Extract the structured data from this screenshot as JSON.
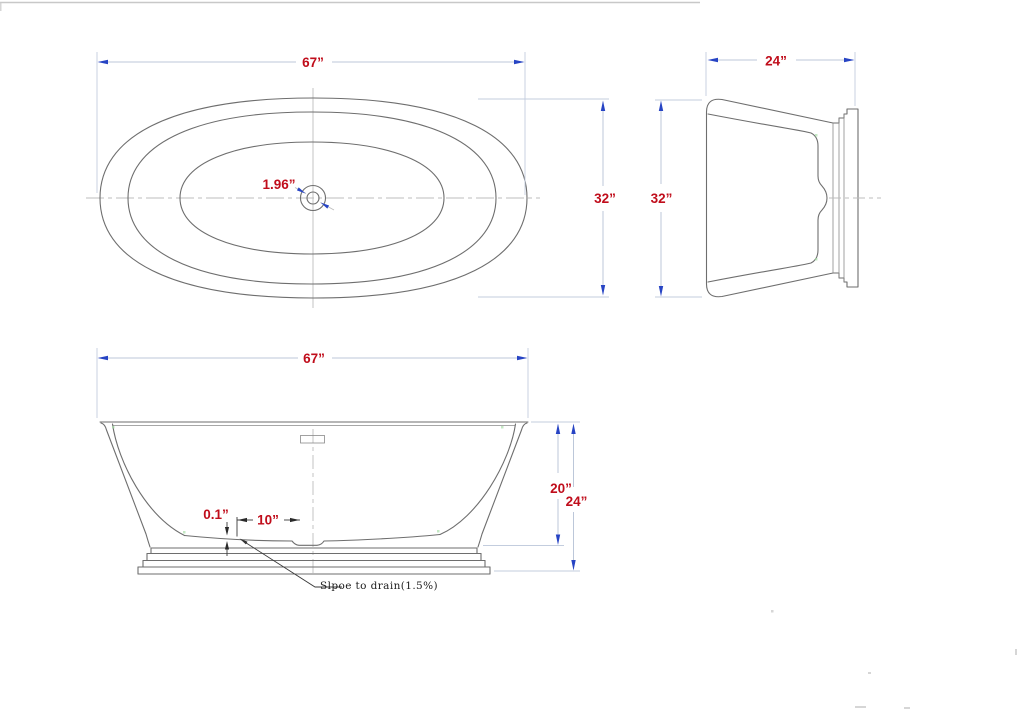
{
  "drawing": {
    "colors": {
      "dimension_text": "#c00d1b",
      "arrowhead_blue": "#2744c4",
      "dimension_line": "#bcc7d9",
      "outline": "#6e6e6e",
      "centerline": "#bdbdbd",
      "dark_dimension": "#2a2a2a"
    },
    "top_view": {
      "length": "67”",
      "width": "32”",
      "drain_diameter": "1.96”"
    },
    "end_view": {
      "depth": "24”",
      "height": "32”"
    },
    "front_view": {
      "length": "67”",
      "inner_depth": "20”",
      "overall_height": "24”",
      "drain_offset": "10”",
      "floor_drop": "0.1”",
      "slope_note": "Slpoe to drain(1.5%)"
    }
  }
}
